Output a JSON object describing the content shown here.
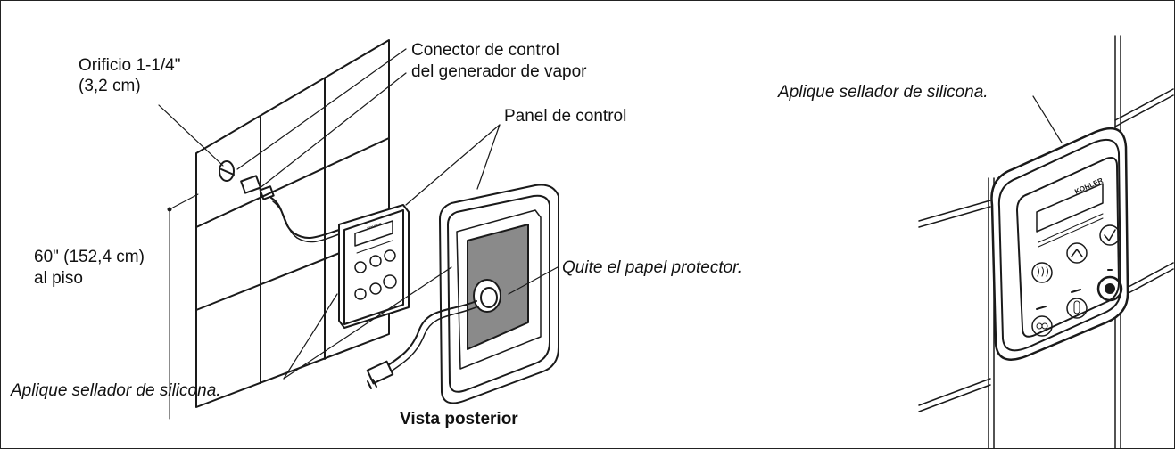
{
  "labels": {
    "hole_line1": "Orificio 1-1/4\"",
    "hole_line2": "(3,2 cm)",
    "connector_line1": "Conector de control",
    "connector_line2": "del generador de vapor",
    "panel": "Panel de control",
    "height_line1": "60\" (152,4 cm)",
    "height_line2": "al piso",
    "remove_paper": "Quite el papel protector.",
    "sealant_left": "Aplique sellador de silicona.",
    "rear_view": "Vista posterior",
    "sealant_right": "Aplique sellador de silicona.",
    "brand_left": "KOHLER",
    "brand_right": "KOHLER"
  },
  "colors": {
    "line": "#1a1a1a",
    "paper_gray": "#8a8a8a",
    "panel_face": "#ffffff"
  },
  "icons": [
    "steam-icon",
    "up-arrow-icon",
    "check-icon",
    "light-icon",
    "thermometer-icon",
    "power-icon"
  ]
}
